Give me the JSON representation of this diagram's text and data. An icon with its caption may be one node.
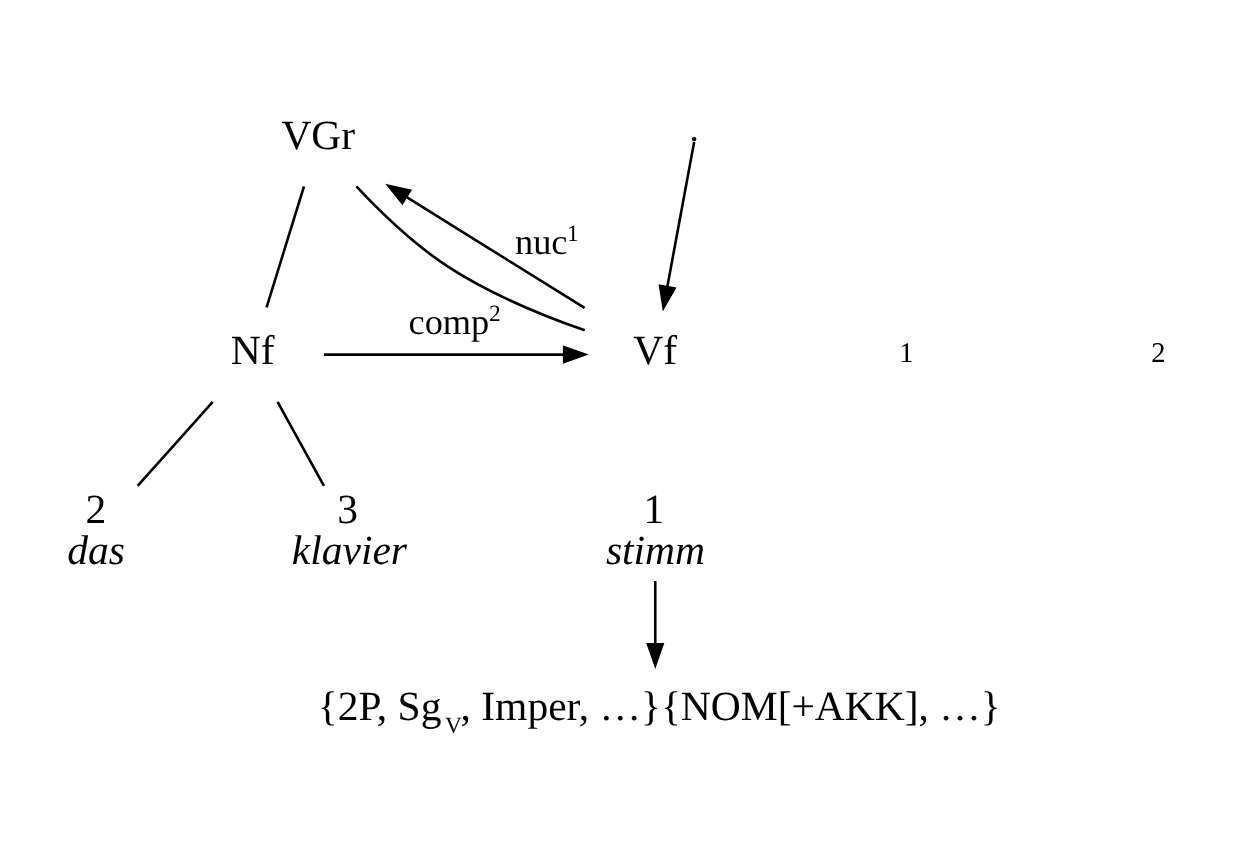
{
  "diagram": {
    "nodes": [
      {
        "text": [
          "VGr"
        ]
      },
      {
        "text": [
          "Vf"
        ]
      },
      {
        "text": [
          "Nf"
        ]
      },
      {
        "text": [
          "1",
          "stimm"
        ]
      },
      {
        "text": [
          "2",
          "das"
        ]
      },
      {
        "text": [
          "3",
          "klavier"
        ]
      },
      {
        "text": [
          "{2P, Sg$_{V}$, Imper, …}{NOM[+AKK], …}"
        ]
      }
    ],
    "edges": [
      {
        "from": 0,
        "to": 1,
        "arrow": "none"
      },
      {
        "from": 0,
        "to": 2,
        "arrow": "none"
      },
      {
        "from": 2,
        "to": 4,
        "arrow": "none"
      },
      {
        "from": 2,
        "to": 5,
        "arrow": "none"
      },
      {
        "from": 1,
        "to": 0,
        "arrow": "to",
        "label": "nuc$^{1}$"
      },
      {
        "from": null,
        "to": 1,
        "arrow": "to"
      },
      {
        "from": 2,
        "to": 1,
        "arrow": "to",
        "label": "comp$^{2}$"
      },
      {
        "from": 3,
        "to": 6,
        "arrow": "to"
      }
    ],
    "labels": [
      "1",
      "2"
    ]
  }
}
